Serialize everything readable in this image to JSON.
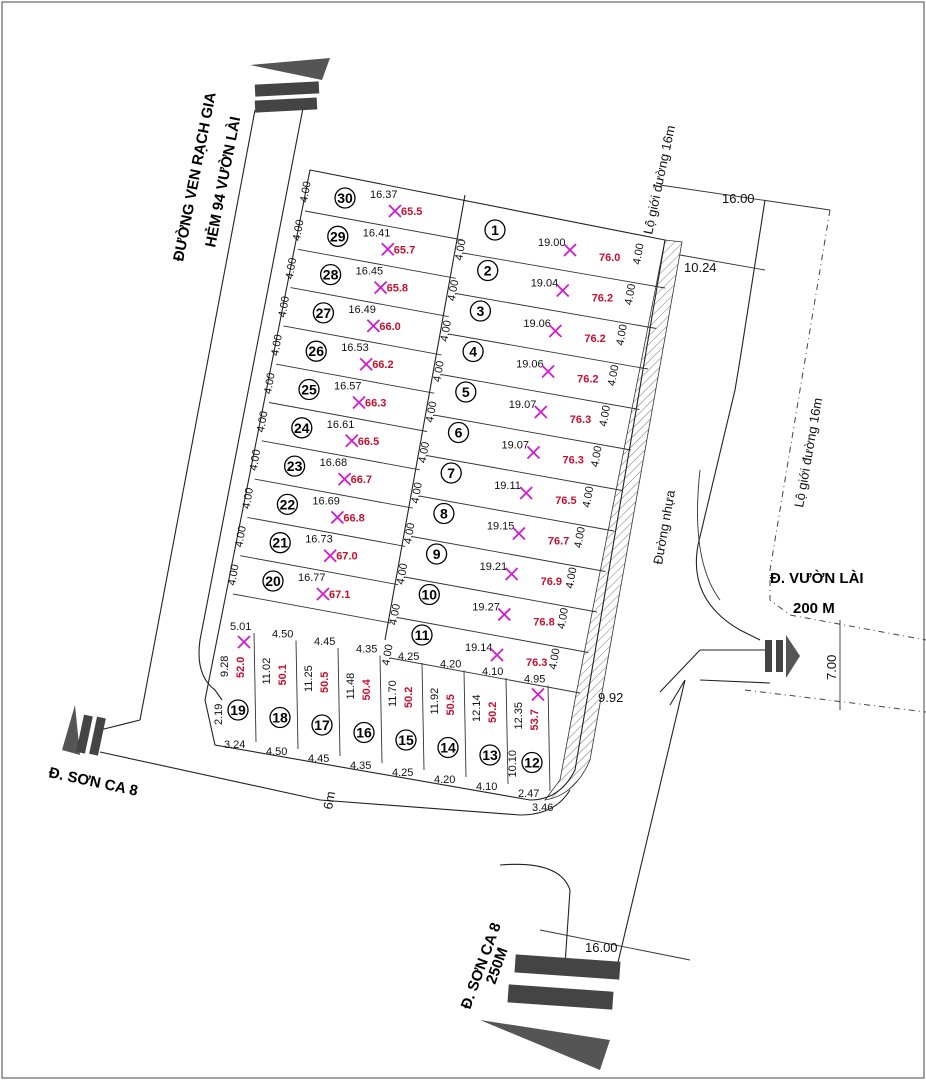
{
  "labels": {
    "top_road_1": "ĐƯỜNG VEN RẠCH GIA",
    "top_road_2": "HẺM 94 VƯỜN LÀI",
    "right_road_1": "Đ. VƯỜN LÀI",
    "right_road_2": "200 M",
    "left_road": "Đ. SƠN CA 8",
    "bottom_road_1": "Đ. SƠN CA 8",
    "bottom_road_2": "250M",
    "road_limit_1": "Lộ giới đường 16m",
    "road_limit_2": "Lộ giới đường 16m",
    "asphalt": "Đường nhựa"
  },
  "dims": {
    "d_16_top": "16.00",
    "d_10_24": "10.24",
    "d_7_00": "7.00",
    "d_9_92": "9.92",
    "d_6m": "6m",
    "d_16_bottom": "16.00"
  },
  "colors": {
    "area": "#c8102e",
    "marker": "#d21ad2"
  },
  "right_lots": [
    {
      "n": "1",
      "len": "19.00",
      "area": "76.0",
      "w": "4.00"
    },
    {
      "n": "2",
      "len": "19.04",
      "area": "76.2",
      "w": "4.00"
    },
    {
      "n": "3",
      "len": "19.06",
      "area": "76.2",
      "w": "4.00"
    },
    {
      "n": "4",
      "len": "19.06",
      "area": "76.2",
      "w": "4.00"
    },
    {
      "n": "5",
      "len": "19.07",
      "area": "76.3",
      "w": "4.00"
    },
    {
      "n": "6",
      "len": "19.07",
      "area": "76.3",
      "w": "4.00"
    },
    {
      "n": "7",
      "len": "19.11",
      "area": "76.5",
      "w": "4.00"
    },
    {
      "n": "8",
      "len": "19.15",
      "area": "76.7",
      "w": "4.00"
    },
    {
      "n": "9",
      "len": "19.21",
      "area": "76.9",
      "w": "4.00"
    },
    {
      "n": "10",
      "len": "19.27",
      "area": "76.8",
      "w": "4.00"
    },
    {
      "n": "11",
      "len": "19.14",
      "area": "76.3",
      "w": "4.00"
    }
  ],
  "left_lots": [
    {
      "n": "30",
      "len": "16.37",
      "area": "65.5",
      "w": "4.00"
    },
    {
      "n": "29",
      "len": "16.41",
      "area": "65.7",
      "w": "4.00"
    },
    {
      "n": "28",
      "len": "16.45",
      "area": "65.8",
      "w": "4.00"
    },
    {
      "n": "27",
      "len": "16.49",
      "area": "66.0",
      "w": "4.00"
    },
    {
      "n": "26",
      "len": "16.53",
      "area": "66.2",
      "w": "4.00"
    },
    {
      "n": "25",
      "len": "16.57",
      "area": "66.3",
      "w": "4.00"
    },
    {
      "n": "24",
      "len": "16.61",
      "area": "66.5",
      "w": "4.00"
    },
    {
      "n": "23",
      "len": "16.68",
      "area": "66.7",
      "w": "4.00"
    },
    {
      "n": "22",
      "len": "16.69",
      "area": "66.8",
      "w": "4.00"
    },
    {
      "n": "21",
      "len": "16.73",
      "area": "67.0",
      "w": "4.00"
    },
    {
      "n": "20",
      "len": "16.77",
      "area": "67.1",
      "w": "4.00"
    }
  ],
  "bottom_lots": [
    {
      "n": "19",
      "depth": "9.28",
      "area": "52.0",
      "top": "5.01",
      "bot": "3.24",
      "side": "2.19"
    },
    {
      "n": "18",
      "depth": "11.02",
      "area": "50.1",
      "top": "4.50",
      "bot": "4.50"
    },
    {
      "n": "17",
      "depth": "11.25",
      "area": "50.5",
      "top": "4.45",
      "bot": "4.45"
    },
    {
      "n": "16",
      "depth": "11.48",
      "area": "50.4",
      "top": "4.35",
      "bot": "4.35"
    },
    {
      "n": "15",
      "depth": "11.70",
      "area": "50.2",
      "top": "4.25",
      "bot": "4.25"
    },
    {
      "n": "14",
      "depth": "11.92",
      "area": "50.5",
      "top": "4.20",
      "bot": "4.20"
    },
    {
      "n": "13",
      "depth": "12.14",
      "area": "50.2",
      "top": "4.10",
      "bot": "4.10"
    },
    {
      "n": "12",
      "depth": "12.35",
      "area": "53.7",
      "top": "4.95",
      "bot": "2.47",
      "side": "10.10",
      "corner": "3.46"
    }
  ]
}
